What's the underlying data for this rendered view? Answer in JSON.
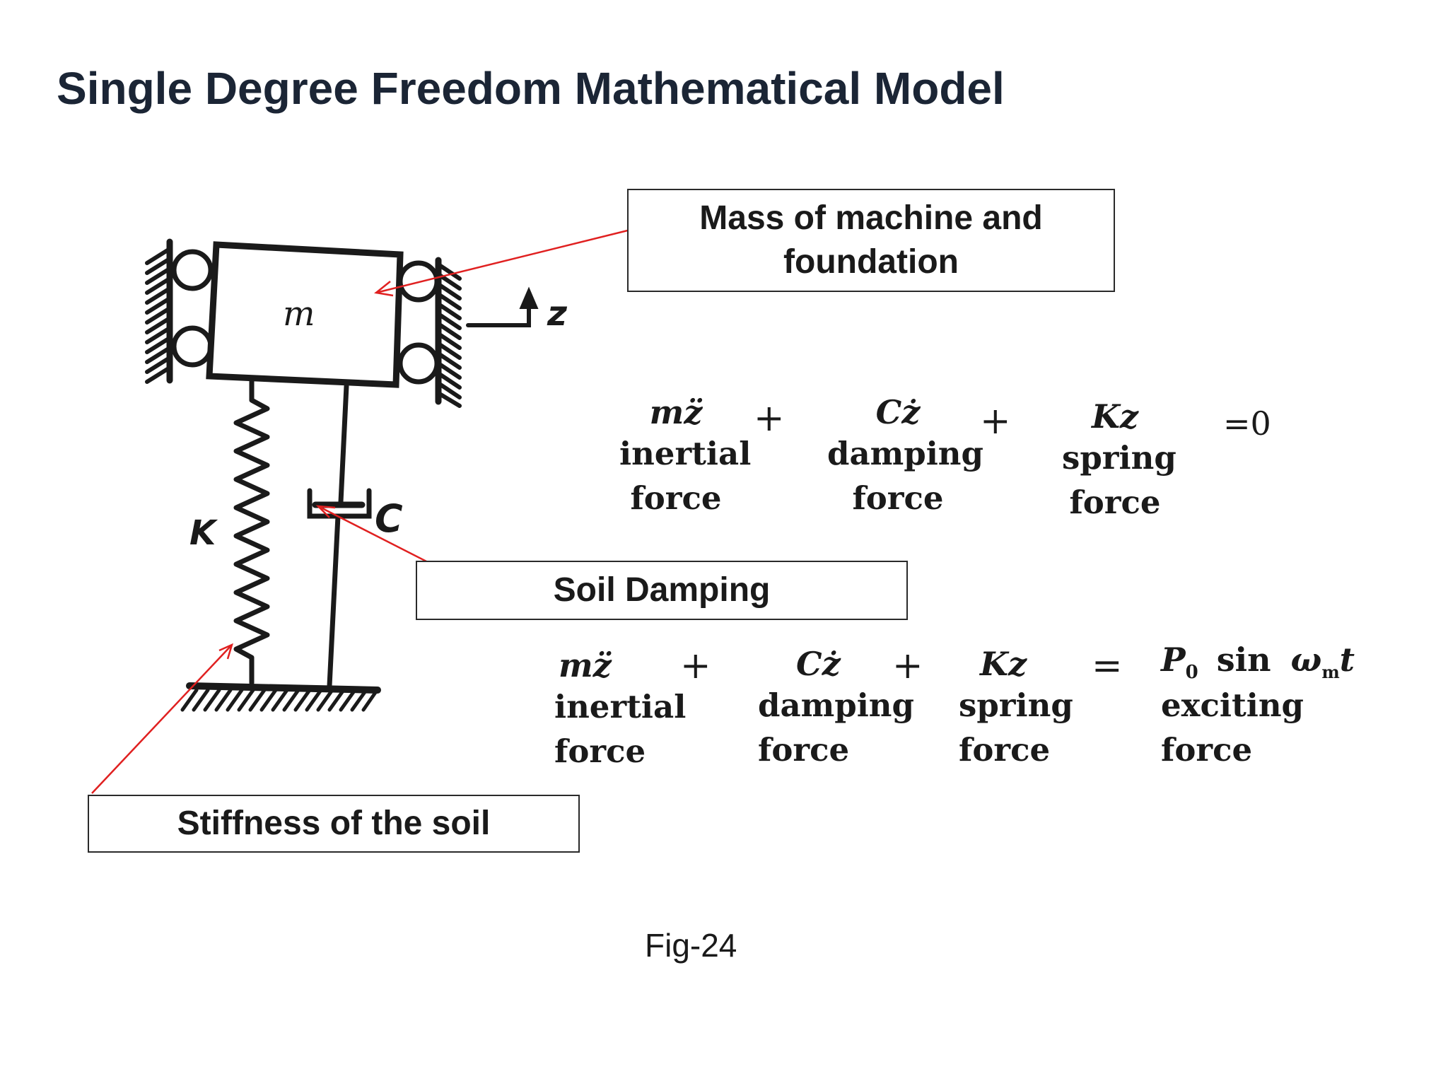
{
  "title": "Single Degree Freedom Mathematical Model",
  "callouts": {
    "mass_line1": "Mass of machine and",
    "mass_line2": "foundation",
    "damping": "Soil Damping",
    "stiffness": "Stiffness of the soil"
  },
  "diagram_labels": {
    "mass": "m",
    "displacement": "z",
    "spring": "K",
    "damper": "C"
  },
  "equation_free": {
    "terms": [
      {
        "symbol": "mz̈",
        "label1": "inertial",
        "label2": "force"
      },
      {
        "symbol": "Cż",
        "label1": "damping",
        "label2": "force"
      },
      {
        "symbol": "Kz",
        "label1": "spring",
        "label2": "force"
      }
    ],
    "plus": "+",
    "rhs": "=0"
  },
  "equation_forced": {
    "terms": [
      {
        "symbol": "mz̈",
        "label1": "inertial",
        "label2": "force"
      },
      {
        "symbol": "Cż",
        "label1": "damping",
        "label2": "force"
      },
      {
        "symbol": "Kz",
        "label1": "spring",
        "label2": "force"
      }
    ],
    "plus": "+",
    "equals": "=",
    "exciting": {
      "p": "P",
      "p_sub": "0",
      "sin": "sin",
      "omega": "ω",
      "omega_sub": "m",
      "t": "t",
      "label1": "exciting",
      "label2": "force"
    }
  },
  "caption": "Fig-24",
  "colors": {
    "title": "#1b2535",
    "arrow": "#e02020",
    "ink": "#1a1a1a"
  }
}
